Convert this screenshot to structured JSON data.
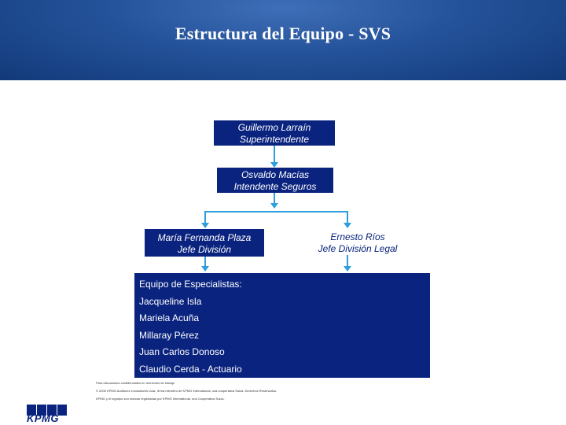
{
  "title": "Estructura del Equipo - SVS",
  "nodes": {
    "superintendente": {
      "name": "Guillermo Larraín",
      "role": "Superintendente"
    },
    "intendente": {
      "name": "Osvaldo Macías",
      "role": "Intendente Seguros"
    },
    "jefe_division": {
      "name": "María Fernanda Plaza",
      "role": "Jefe División"
    },
    "jefe_legal": {
      "name": "Ernesto Ríos",
      "role": "Jefe División Legal"
    }
  },
  "team": {
    "title": "Equipo de Especialistas:",
    "members": [
      "Jacqueline Isla",
      "Mariela Acuña",
      "Millaray Pérez",
      "Juan Carlos Donoso",
      "Claudio Cerda - Actuario"
    ]
  },
  "footer": {
    "logo": "KPMG",
    "lines": [
      "Para discusiones confidenciales en reuniones de trabajo",
      "© 2005 KPMG Auditores Consultores Ltda., firma miembro de KPMG International, una cooperativa Suiza. Derechos Reservados.",
      "KPMG y el logotipo son marcas registradas por KPMG International, una Cooperativa Suiza."
    ]
  },
  "colors": {
    "node_bg": "#0a237f",
    "connector": "#2f9edc",
    "header_bg": "#24529a"
  }
}
